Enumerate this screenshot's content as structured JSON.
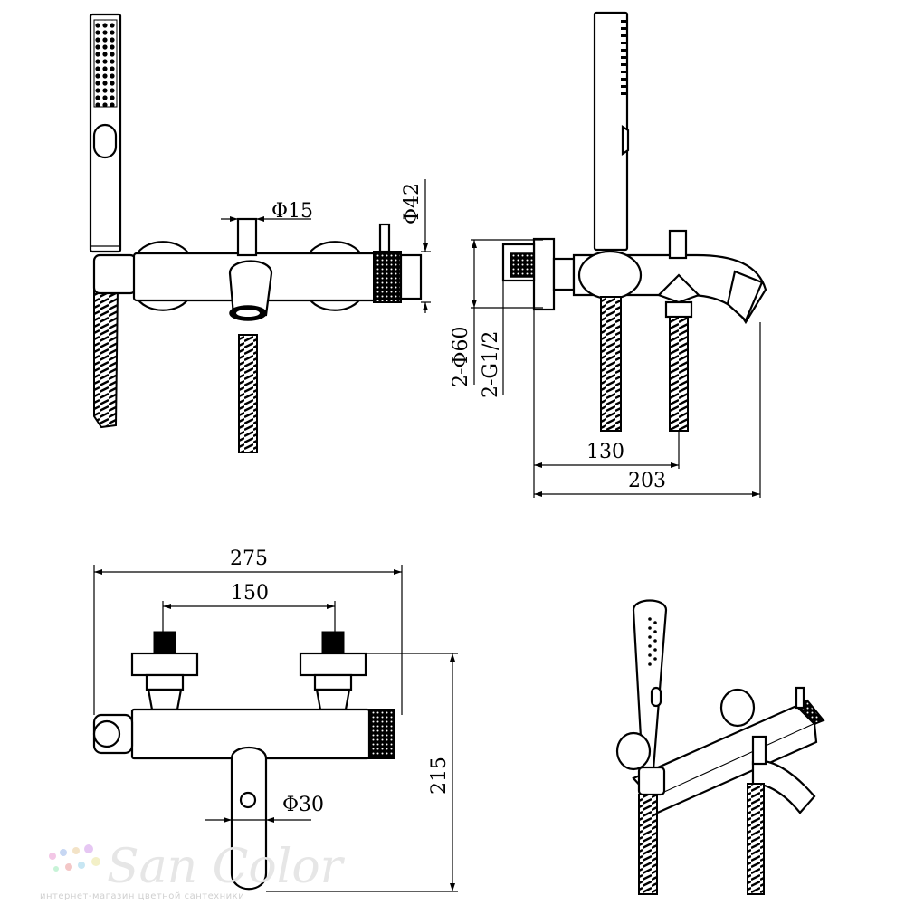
{
  "dimensions": {
    "d15": "Φ15",
    "d42": "Φ42",
    "d60": "2-Φ60",
    "g12": "2-G1/2",
    "w130": "130",
    "w203": "203",
    "w275": "275",
    "w150": "150",
    "h215": "215",
    "d30": "Φ30"
  },
  "watermark": {
    "brand": "San Color",
    "tagline": "интернет-магазин цветной сантехники"
  },
  "colors": {
    "line": "#000000",
    "background": "#ffffff",
    "watermark": "#e6e6e6"
  }
}
